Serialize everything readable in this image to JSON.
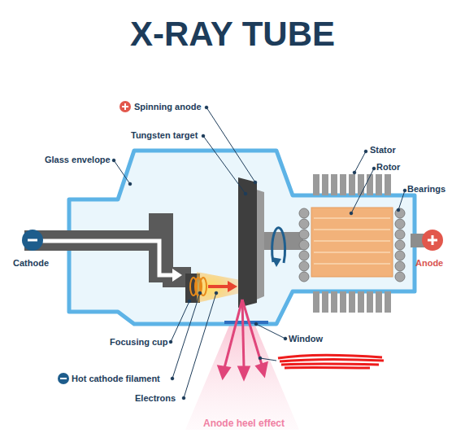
{
  "diagram": {
    "title": "X-RAY TUBE",
    "labels": [
      "Spinning anode",
      "Tungsten target",
      "Glass envelope",
      "Stator",
      "Rotor",
      "Bearings",
      "Cathode",
      "Anode",
      "Window",
      "Focusing cup",
      "Hot cathode filament",
      "Electrons",
      "Anode heel effect"
    ]
  }
}
